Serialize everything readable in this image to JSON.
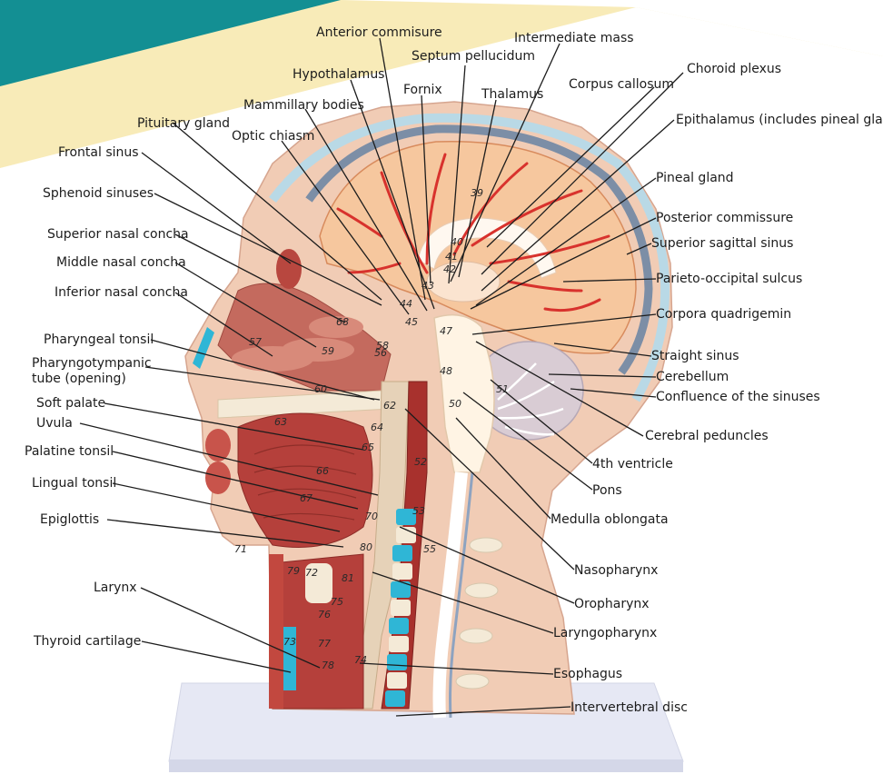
{
  "colors": {
    "teal": "#138f93",
    "cream": "#f8ebb8",
    "skin": "#f1ccb5",
    "brain": "#f6c79e",
    "muscle": "#b5403b",
    "cyan": "#2fb6d6",
    "bone": "#f4ead7",
    "base": "#e6e8f4"
  },
  "labels_left": [
    {
      "text": "Pituitary gland"
    },
    {
      "text": "Frontal sinus"
    },
    {
      "text": "Sphenoid sinuses"
    },
    {
      "text": "Superior nasal concha"
    },
    {
      "text": "Middle nasal concha"
    },
    {
      "text": "Inferior nasal concha"
    },
    {
      "text": "Pharyngeal tonsil"
    },
    {
      "text": "Pharyngotympanic"
    },
    {
      "text": "tube (opening)"
    },
    {
      "text": "Soft palate"
    },
    {
      "text": "Uvula"
    },
    {
      "text": "Palatine tonsil"
    },
    {
      "text": "Lingual tonsil"
    },
    {
      "text": "Epiglottis"
    },
    {
      "text": "Larynx"
    },
    {
      "text": "Thyroid cartilage"
    }
  ],
  "labels_top": [
    {
      "text": "Anterior commisure"
    },
    {
      "text": "Septum pellucidum"
    },
    {
      "text": "Intermediate mass"
    },
    {
      "text": "Hypothalamus"
    },
    {
      "text": "Fornix"
    },
    {
      "text": "Thalamus"
    },
    {
      "text": "Mammillary bodies"
    },
    {
      "text": "Optic chiasm"
    },
    {
      "text": "Corpus callosum"
    },
    {
      "text": "Choroid plexus"
    }
  ],
  "labels_right": [
    {
      "text": "Epithalamus (includes pineal gland)"
    },
    {
      "text": "Pineal gland"
    },
    {
      "text": "Posterior commissure"
    },
    {
      "text": "Superior sagittal sinus"
    },
    {
      "text": "Parieto-occipital sulcus"
    },
    {
      "text": "Corpora quadrigemin"
    },
    {
      "text": "Straight sinus"
    },
    {
      "text": "Cerebellum"
    },
    {
      "text": "Confluence of the sinuses"
    },
    {
      "text": "Cerebral peduncles"
    },
    {
      "text": "4th ventricle"
    },
    {
      "text": "Pons"
    },
    {
      "text": "Medulla oblongata"
    },
    {
      "text": "Nasopharynx"
    },
    {
      "text": "Oropharynx"
    },
    {
      "text": "Laryngopharynx"
    },
    {
      "text": "Esophagus"
    },
    {
      "text": "Intervertebral disc"
    }
  ],
  "model_numbers": [
    "39",
    "40",
    "41",
    "42",
    "43",
    "44",
    "45",
    "47",
    "48",
    "50",
    "51",
    "52",
    "53",
    "55",
    "56",
    "57",
    "58",
    "59",
    "60",
    "62",
    "63",
    "64",
    "65",
    "66",
    "67",
    "68",
    "70",
    "71",
    "72",
    "73",
    "74",
    "75",
    "76",
    "77",
    "78",
    "79",
    "80",
    "81"
  ]
}
